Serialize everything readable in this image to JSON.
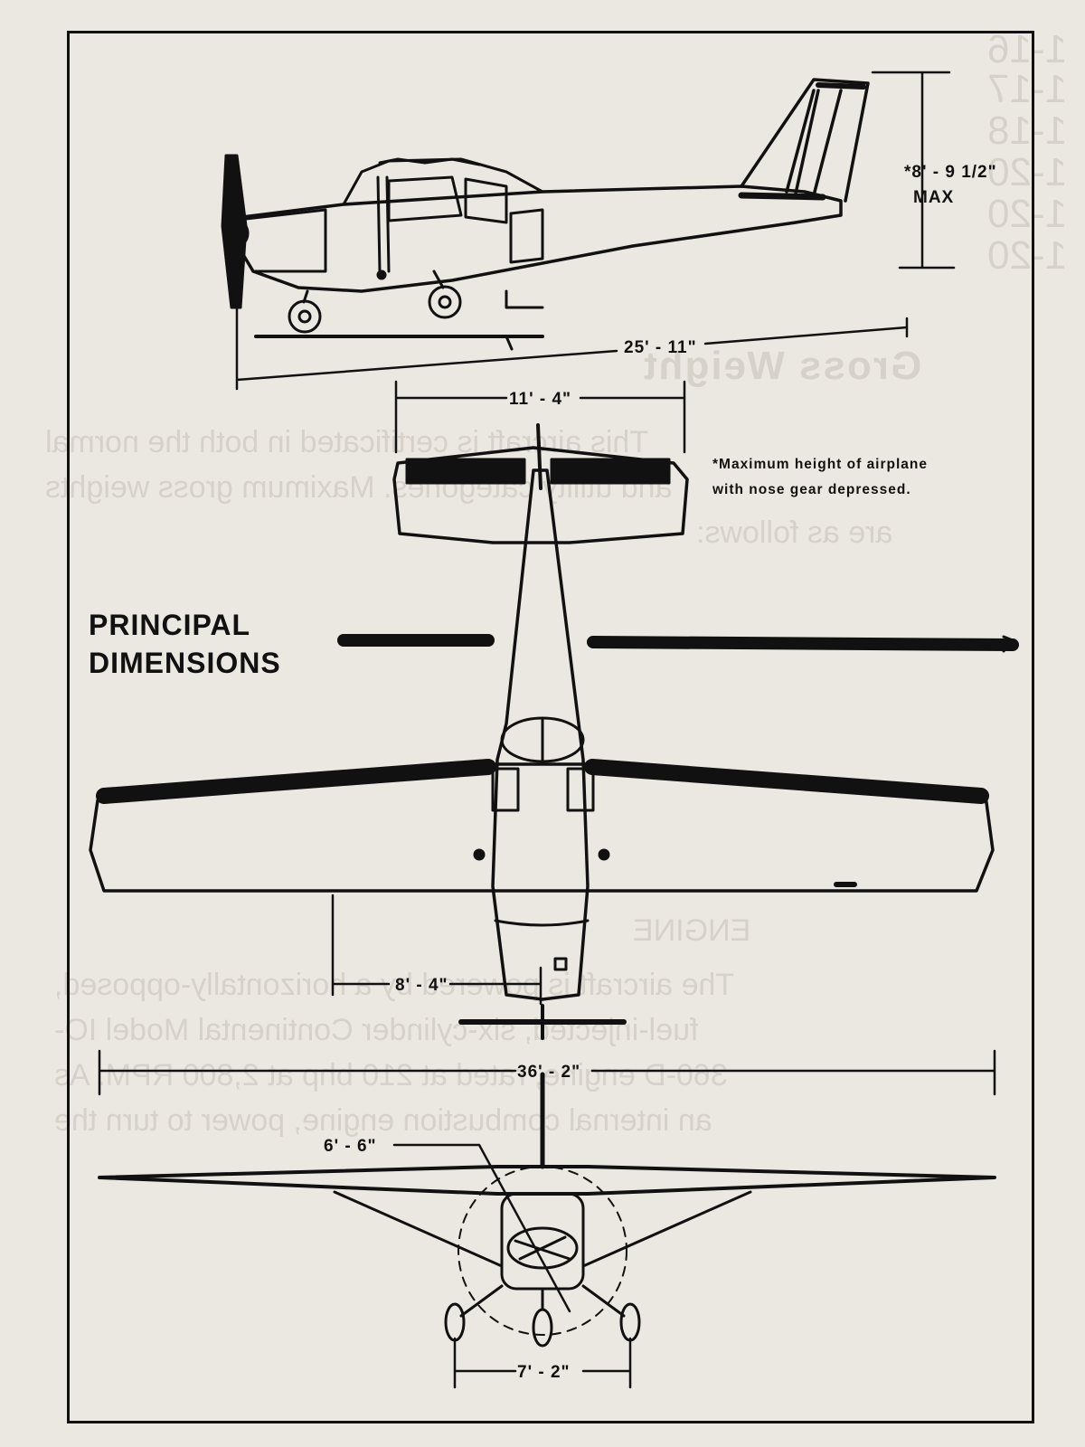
{
  "title": {
    "line1": "PRINCIPAL",
    "line2": "DIMENSIONS"
  },
  "note": {
    "line1": "*Maximum height of airplane",
    "line2": "with nose gear depressed."
  },
  "dimensions": {
    "height": "*8' - 9 1/2\"",
    "height_suffix": "MAX",
    "length": "25' - 11\"",
    "stabilizer_span": "11' - 4\"",
    "wing_span": "36' - 2\"",
    "main_gear_offset": "8' - 4\"",
    "propeller_diameter": "6' - 6\"",
    "main_gear_track": "7' - 2\""
  },
  "colors": {
    "paper": "#ebe8e1",
    "ink": "#111111",
    "bleed_through": "#d6d2ca"
  }
}
